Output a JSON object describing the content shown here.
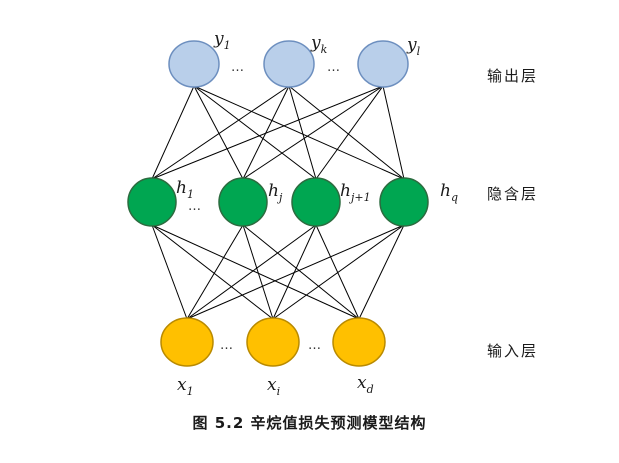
{
  "caption": "图 5.2  辛烷值损失预测模型结构",
  "colors": {
    "output_node_fill": "#b9cfea",
    "output_node_stroke": "#6d8fbf",
    "hidden_node_fill": "#00a651",
    "hidden_node_stroke": "#2c6b3f",
    "input_node_fill": "#ffc000",
    "input_node_stroke": "#b98a00",
    "edge": "#000000"
  },
  "layers": {
    "output": {
      "title": "输出层",
      "nodes": [
        {
          "base": "y",
          "sub": "1"
        },
        {
          "base": "y",
          "sub": "k"
        },
        {
          "base": "y",
          "sub": "l"
        }
      ],
      "ellipsis": [
        "…",
        "…"
      ]
    },
    "hidden": {
      "title": "隐含层",
      "nodes": [
        {
          "base": "h",
          "sub": "1"
        },
        {
          "base": "h",
          "sub": "j"
        },
        {
          "base": "h",
          "sub": "j+1"
        },
        {
          "base": "h",
          "sub": "q"
        }
      ],
      "ellipsis": [
        "…"
      ]
    },
    "input": {
      "title": "输入层",
      "nodes": [
        {
          "base": "x",
          "sub": "1"
        },
        {
          "base": "x",
          "sub": "i"
        },
        {
          "base": "x",
          "sub": "d"
        }
      ],
      "ellipsis": [
        "…",
        "…"
      ]
    }
  }
}
